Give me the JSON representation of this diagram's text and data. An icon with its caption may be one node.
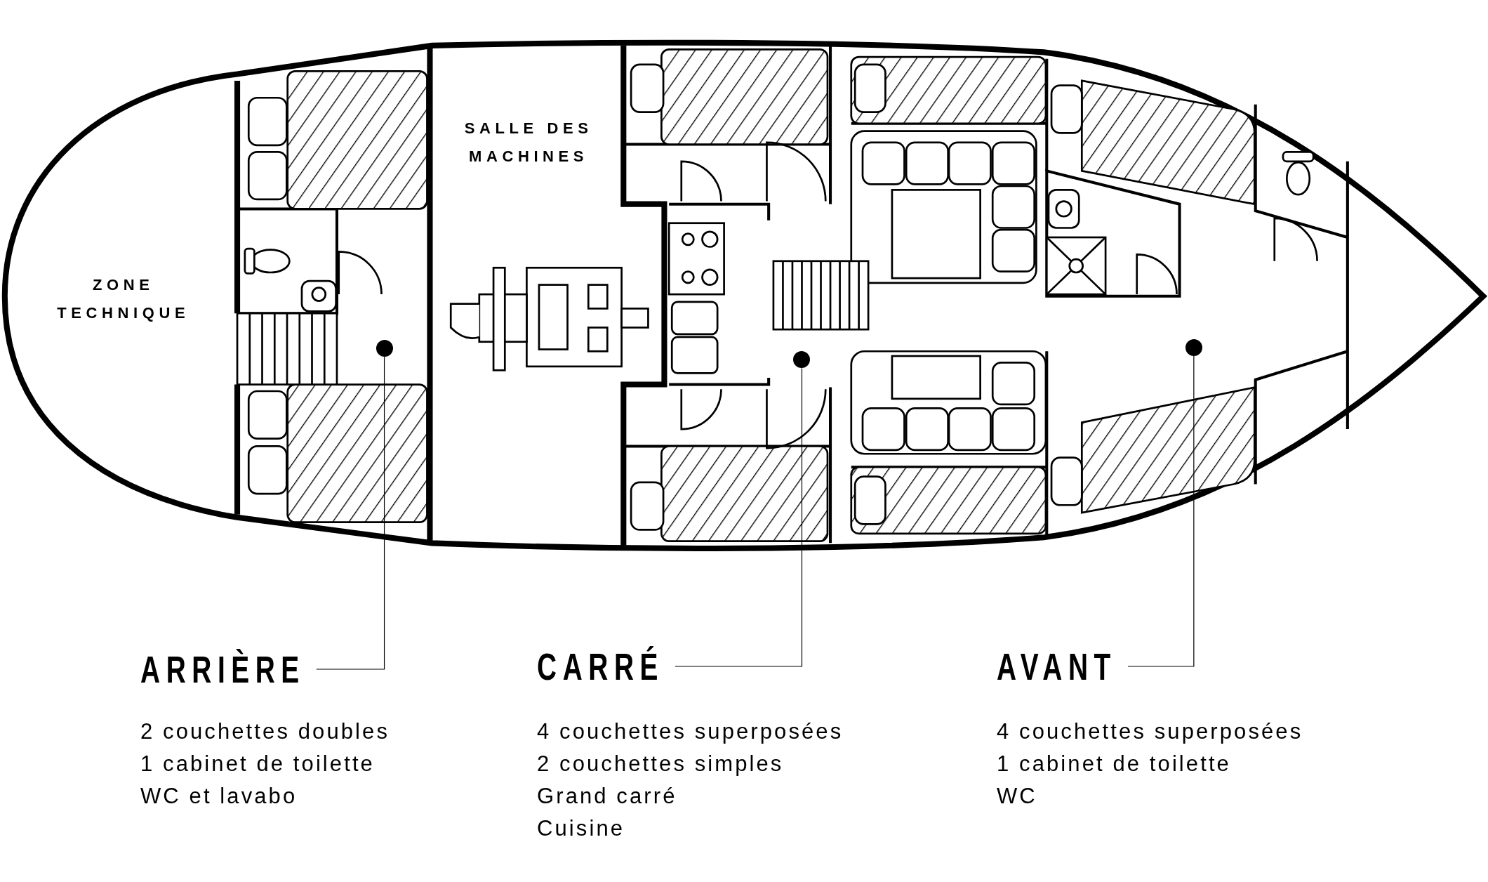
{
  "diagram": {
    "nodes": [
      {
        "text": [
          "ARRIÈRE"
        ],
        "beside": [
          "2 couchettes doubles",
          "1 cabinet de toilette",
          "WC et lavabo"
        ]
      },
      {
        "text": [
          "CARRÉ"
        ],
        "beside": [
          "4 couchettes superposées",
          "2 couchettes simples",
          "Grand carré",
          "Cuisine"
        ]
      },
      {
        "text": [
          "AVANT"
        ],
        "beside": [
          "4 couchettes superposées",
          "1 cabinet de toilette",
          "WC"
        ]
      },
      {
        "text": [],
        "shape": "circle"
      },
      {
        "text": [],
        "shape": "circle"
      },
      {
        "text": [],
        "shape": "circle"
      }
    ],
    "edges": [
      {
        "from": 0,
        "to": 3,
        "arrow": "none"
      },
      {
        "from": 1,
        "to": 4,
        "arrow": "none"
      },
      {
        "from": 2,
        "to": 5,
        "arrow": "none"
      }
    ],
    "labels": [
      "SALLE DES MACHINES",
      "ZONE TECHNIQUE"
    ]
  }
}
